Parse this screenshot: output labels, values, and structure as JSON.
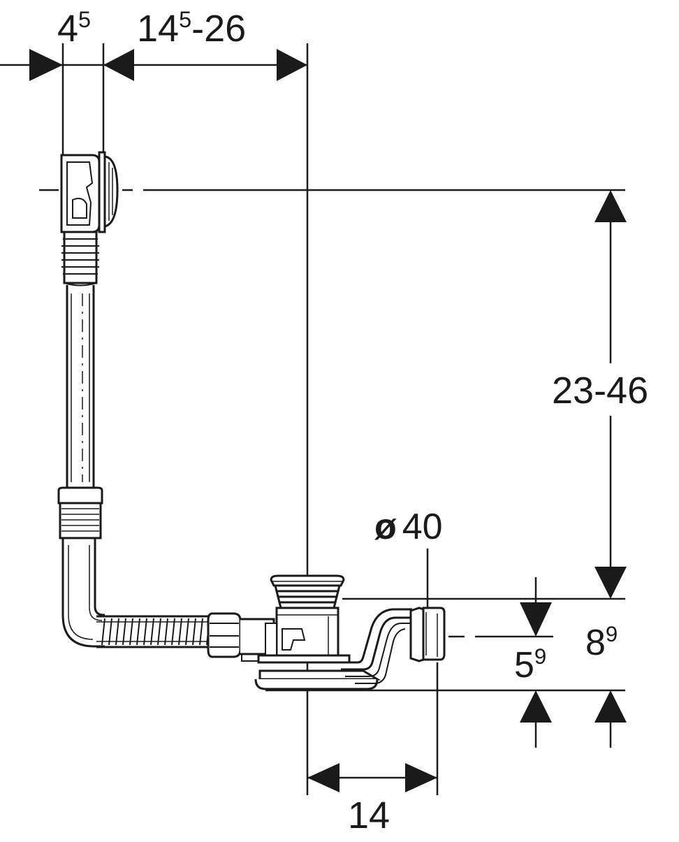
{
  "colors": {
    "line": "#1a1a1a",
    "background": "#ffffff"
  },
  "labels": {
    "top_left": {
      "base": "4",
      "sup": "5"
    },
    "top_middle": {
      "base": "14",
      "sup": "5",
      "rest": "-26"
    },
    "right_vertical": {
      "text": "23-46"
    },
    "diameter": {
      "symbol": "ø",
      "text": "40"
    },
    "lower_right_a": {
      "base": "5",
      "sup": "9"
    },
    "lower_right_b": {
      "base": "8",
      "sup": "9"
    },
    "bottom": {
      "text": "14"
    }
  }
}
